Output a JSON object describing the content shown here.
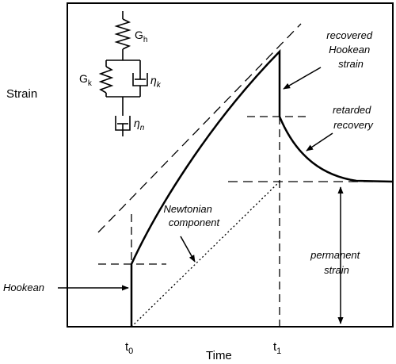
{
  "labels": {
    "y_axis": "Strain",
    "x_axis": "Time",
    "t0": "t",
    "t0_sub": "0",
    "t1": "t",
    "t1_sub": "1",
    "recovered_line1": "recovered",
    "recovered_line2": "Hookean",
    "recovered_line3": "strain",
    "retarded_line1": "retarded",
    "retarded_line2": "recovery",
    "newtonian_line1": "Newtonian",
    "newtonian_line2": "component",
    "permanent_line1": "permanent",
    "permanent_line2": "strain",
    "hookean": "Hookean"
  },
  "model": {
    "Gh": "G",
    "Gh_sub": "h",
    "Gk": "G",
    "Gk_sub": "k",
    "eta_k": "η",
    "eta_k_sub": "k",
    "eta_n": "η",
    "eta_n_sub": "n"
  }
}
